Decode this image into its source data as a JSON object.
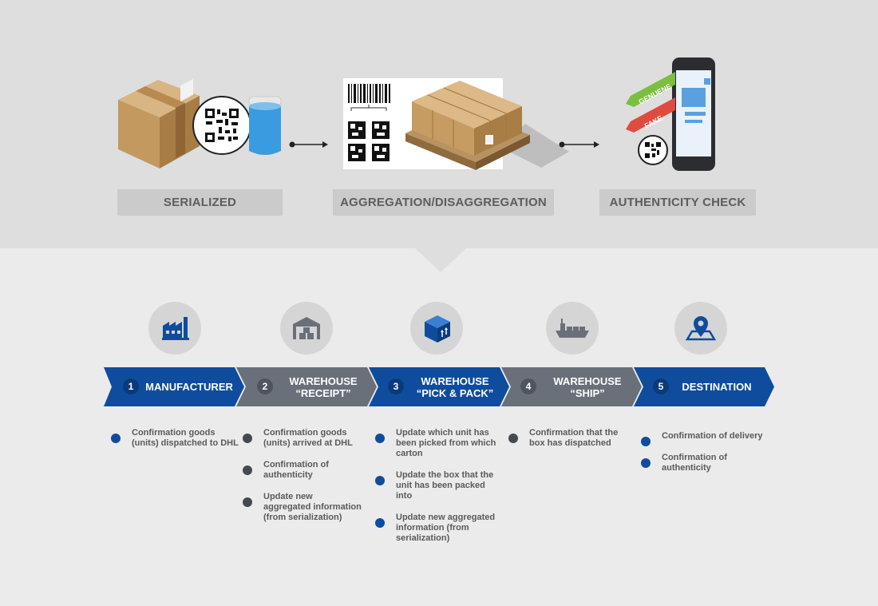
{
  "stages": [
    {
      "label": "SERIALIZED"
    },
    {
      "label": "AGGREGATION/DISAGGREGATION"
    },
    {
      "label": "AUTHENTICITY CHECK"
    }
  ],
  "phone_tags": {
    "genuine": "GENUENE",
    "fake": "FAKE"
  },
  "steps": [
    {
      "number": "1",
      "line1": "MANUFACTURER",
      "line2": "",
      "color": "#0f4c9e",
      "icon": "factory-icon",
      "bullets": [
        "Confirmation goods (units) dispatched to DHL"
      ]
    },
    {
      "number": "2",
      "line1": "WAREHOUSE",
      "line2": "“RECEIPT”",
      "color": "#6a707a",
      "icon": "warehouse-icon",
      "bullets": [
        "Confirmation goods (units) arrived at DHL",
        "Confirmation of authenticity",
        "Update new aggregated information (from serialization)"
      ]
    },
    {
      "number": "3",
      "line1": "WAREHOUSE",
      "line2": "“PICK & PACK”",
      "color": "#0f4c9e",
      "icon": "box-icon",
      "bullets": [
        "Update which unit has been picked from which carton",
        "Update the box that the unit has been packed into",
        "Update new aggregated information (from serialization)"
      ]
    },
    {
      "number": "4",
      "line1": "WAREHOUSE",
      "line2": "“SHIP”",
      "color": "#6a707a",
      "icon": "ship-icon",
      "bullets": [
        "Confirmation that the box has dispatched"
      ]
    },
    {
      "number": "5",
      "line1": "DESTINATION",
      "line2": "",
      "color": "#0f4c9e",
      "icon": "location-pin-icon",
      "bullets": [
        "Confirmation of delivery",
        "Confirmation of authenticity"
      ]
    }
  ],
  "colors": {
    "blue": "#0f4c9e",
    "gray": "#6a707a",
    "green": "#7bbf3e",
    "red": "#e04b40"
  }
}
